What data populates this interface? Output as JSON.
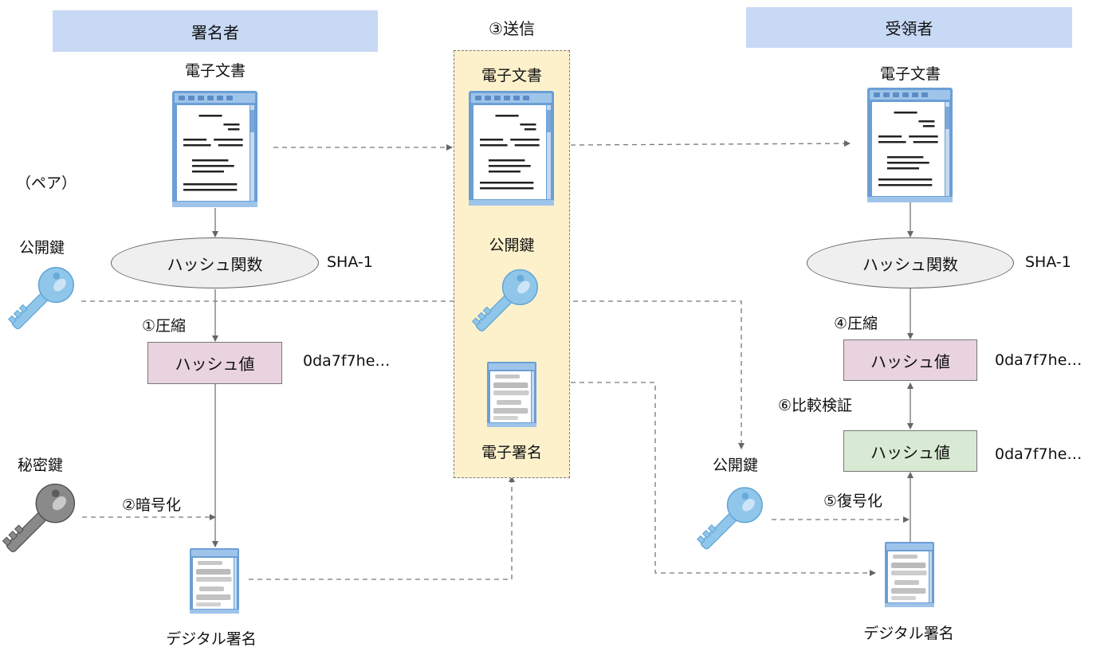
{
  "headers": {
    "signer": "署名者",
    "send": "③送信",
    "receiver": "受領者"
  },
  "signer": {
    "document_label": "電子文書",
    "pair_label": "（ペア）",
    "public_key_label": "公開鍵",
    "hash_function": "ハッシュ関数",
    "algorithm": "SHA-1",
    "step_compress": "①圧縮",
    "hash_value": "ハッシュ値",
    "hash_output": "0da7f7he…",
    "private_key_label": "秘密鍵",
    "step_encrypt": "②暗号化",
    "signature_label": "デジタル署名"
  },
  "send_panel": {
    "document_label": "電子文書",
    "public_key_label": "公開鍵",
    "signature_label": "電子署名"
  },
  "receiver": {
    "document_label": "電子文書",
    "hash_function": "ハッシュ関数",
    "algorithm": "SHA-1",
    "step_compress": "④圧縮",
    "hash_value_1": "ハッシュ値",
    "hash_output_1": "0da7f7he…",
    "step_verify": "⑥比較検証",
    "hash_value_2": "ハッシュ値",
    "hash_output_2": "0da7f7he…",
    "public_key_label": "公開鍵",
    "step_decrypt": "⑤復号化",
    "signature_label": "デジタル署名"
  },
  "colors": {
    "header_bg": "#c7d9f4",
    "send_panel_bg": "#fdf1cc",
    "hash_pink": "#e8d3de",
    "hash_green": "#d8ead3",
    "ellipse_bg": "#efefef",
    "public_key": "#8fc6ea",
    "private_key": "#8a8a8a",
    "document_frame": "#6a9fd6"
  },
  "icons": [
    "document-icon",
    "public-key-icon",
    "private-key-icon",
    "signature-document-icon"
  ]
}
